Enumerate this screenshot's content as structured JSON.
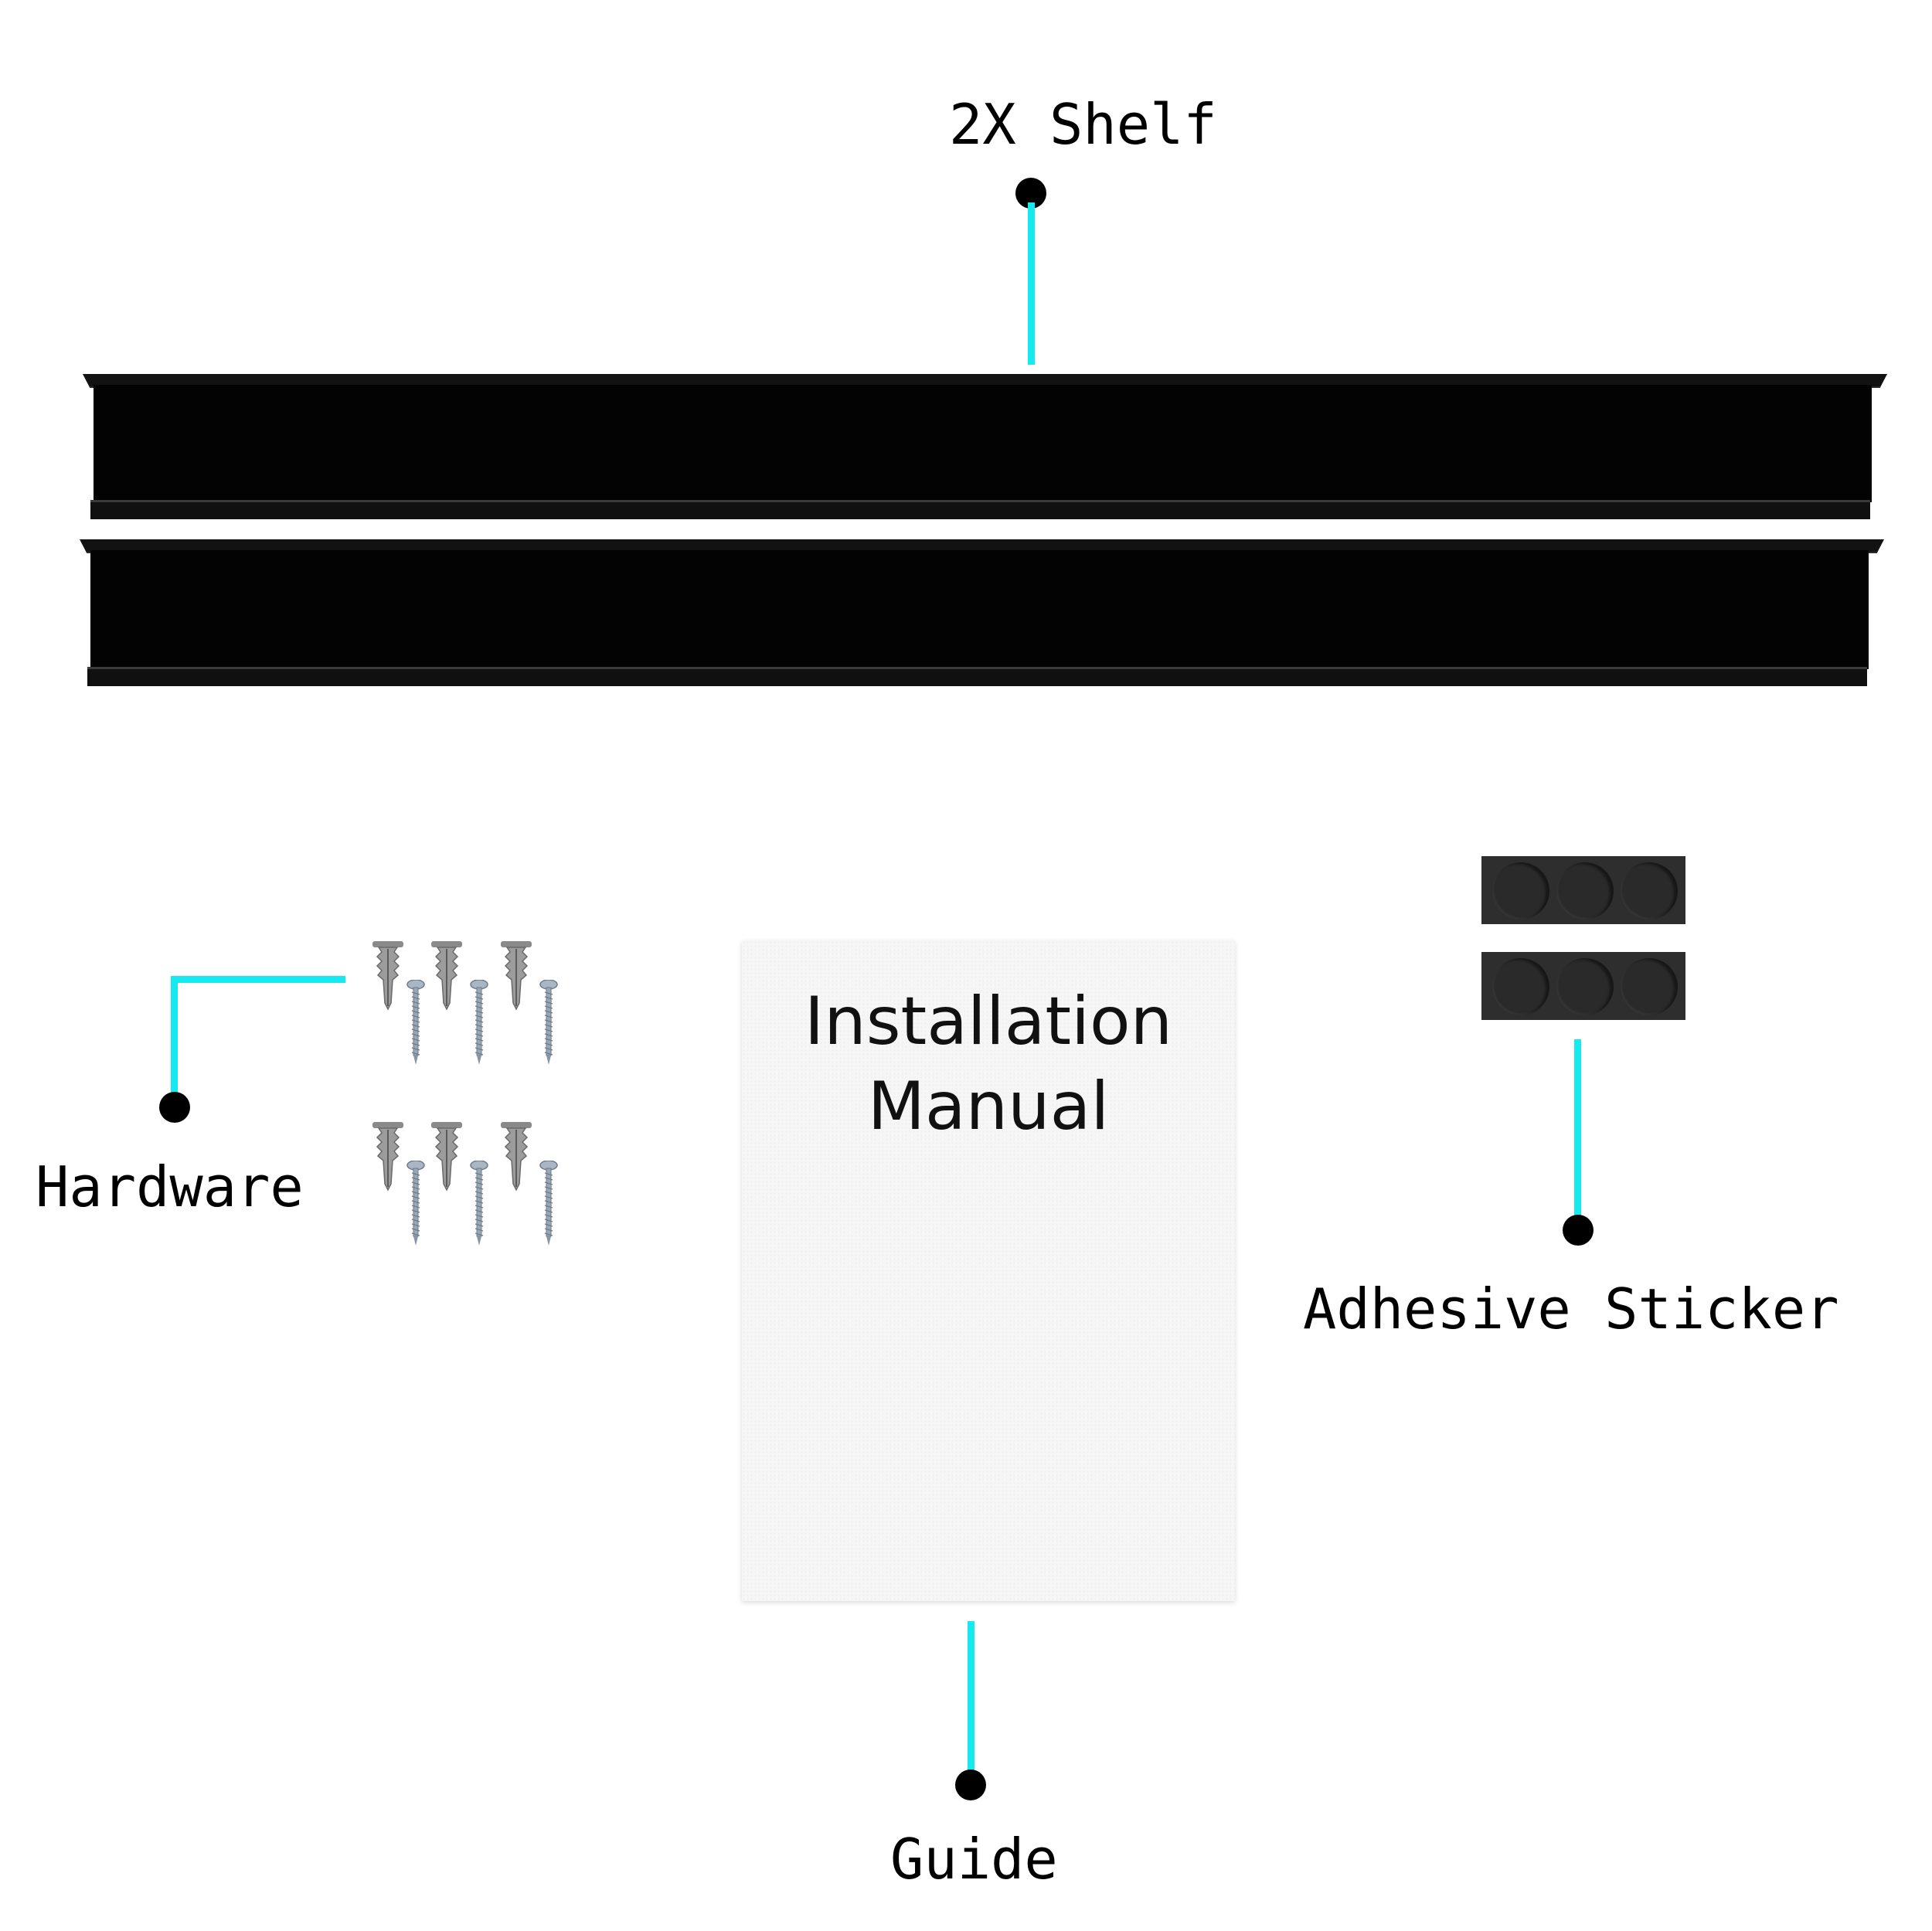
{
  "labels": {
    "shelf": "2X Shelf",
    "hardware": "Hardware",
    "guide": "Guide",
    "sticker": "Adhesive Sticker"
  },
  "manual": {
    "line1": "Installation",
    "line2": "Manual"
  },
  "icons": {
    "anchor": "wall-anchor-icon",
    "screw": "screw-icon",
    "sticker": "adhesive-pad-icon",
    "shelf": "shelf-rail-icon"
  },
  "colors": {
    "callout_line": "#17e9f0",
    "dot": "#000000",
    "shelf": "#030303",
    "sticker": "#2e2e2e"
  }
}
